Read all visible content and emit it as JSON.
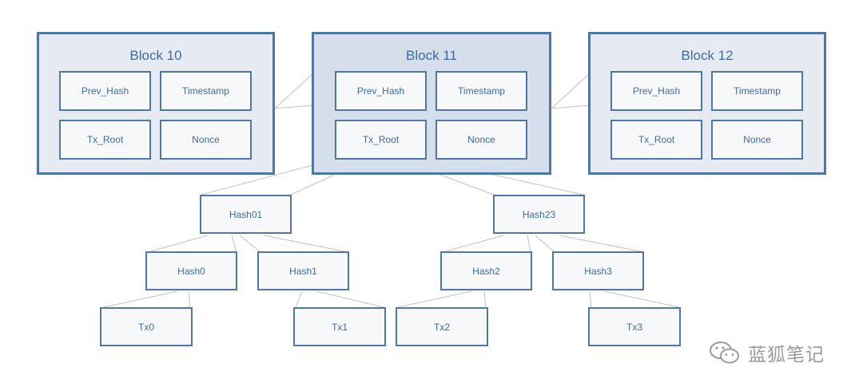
{
  "blocks": [
    {
      "title": "Block 10",
      "prev_hash": "Prev_Hash",
      "timestamp": "Timestamp",
      "tx_root": "Tx_Root",
      "nonce": "Nonce"
    },
    {
      "title": "Block 11",
      "prev_hash": "Prev_Hash",
      "timestamp": "Timestamp",
      "tx_root": "Tx_Root",
      "nonce": "Nonce"
    },
    {
      "title": "Block 12",
      "prev_hash": "Prev_Hash",
      "timestamp": "Timestamp",
      "tx_root": "Tx_Root",
      "nonce": "Nonce"
    }
  ],
  "merkle": {
    "level1": [
      "Hash01",
      "Hash23"
    ],
    "level2": [
      "Hash0",
      "Hash1",
      "Hash2",
      "Hash3"
    ],
    "leaves": [
      "Tx0",
      "Tx1",
      "Tx2",
      "Tx3"
    ]
  },
  "colors": {
    "border": "#4f76a5",
    "text": "#3e6aa2",
    "link": "#c8bcc4"
  },
  "watermark": {
    "text": "蓝狐笔记",
    "icon": "wechat-icon"
  }
}
